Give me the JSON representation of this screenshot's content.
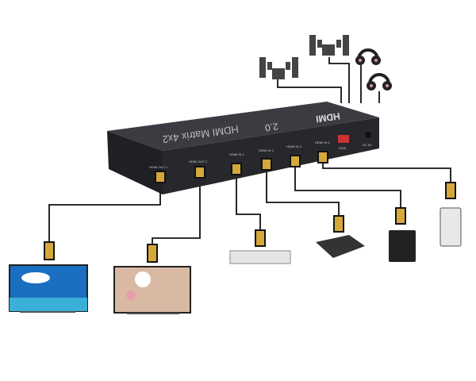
{
  "device": {
    "title": "HDMI Matrix 4x2",
    "version": "2.0",
    "logo": "HDMI",
    "ports": [
      "HDMI OUT 1",
      "HDMI OUT 2",
      "HDMI IN 1",
      "HDMI IN 2",
      "HDMI IN 3",
      "HDMI IN 4"
    ],
    "edid_label": "EDID",
    "power_label": "DC 5V",
    "color": "#2a2c30"
  },
  "devices": {
    "outputs": [
      "tv-1",
      "tv-2"
    ],
    "inputs": [
      "dvd-player",
      "set-top-box",
      "game-console",
      "media-player"
    ],
    "audio": [
      "speaker-set-1",
      "speaker-set-2",
      "headphones-1",
      "headphones-2"
    ]
  }
}
